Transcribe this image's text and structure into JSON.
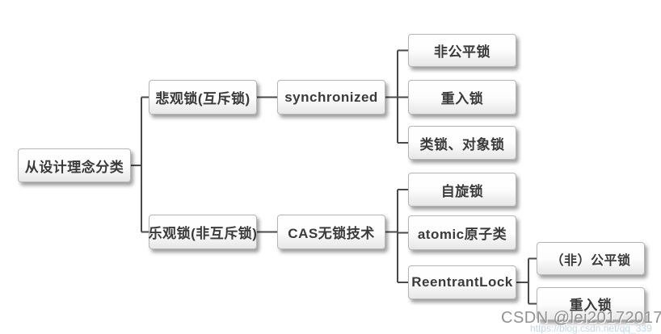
{
  "diagram_title": "从设计理念分类",
  "tree": {
    "label": "从设计理念分类",
    "children": [
      {
        "label": "悲观锁(互斥锁)",
        "children": [
          {
            "label": "synchronized",
            "children": [
              {
                "label": "非公平锁"
              },
              {
                "label": "重入锁"
              },
              {
                "label": "类锁、对象锁"
              }
            ]
          }
        ]
      },
      {
        "label": "乐观锁(非互斥锁)",
        "children": [
          {
            "label": "CAS无锁技术",
            "children": [
              {
                "label": "自旋锁"
              },
              {
                "label": "atomic原子类"
              },
              {
                "label": "ReentrantLock",
                "children": [
                  {
                    "label": "（非）公平锁"
                  },
                  {
                    "label": "重入锁"
                  }
                ]
              }
            ]
          }
        ]
      }
    ]
  },
  "watermark": {
    "author": "CSDN @lei20172017",
    "url": "https://blog.csdn.net/qq_339"
  },
  "colors": {
    "connector": "#4a4a4a",
    "node_border": "#b5b5b5",
    "node_text": "#3a3a3a",
    "watermark_gray": "#919191",
    "watermark_url_blue": "#c3d6ea",
    "background": "#ffffff"
  }
}
